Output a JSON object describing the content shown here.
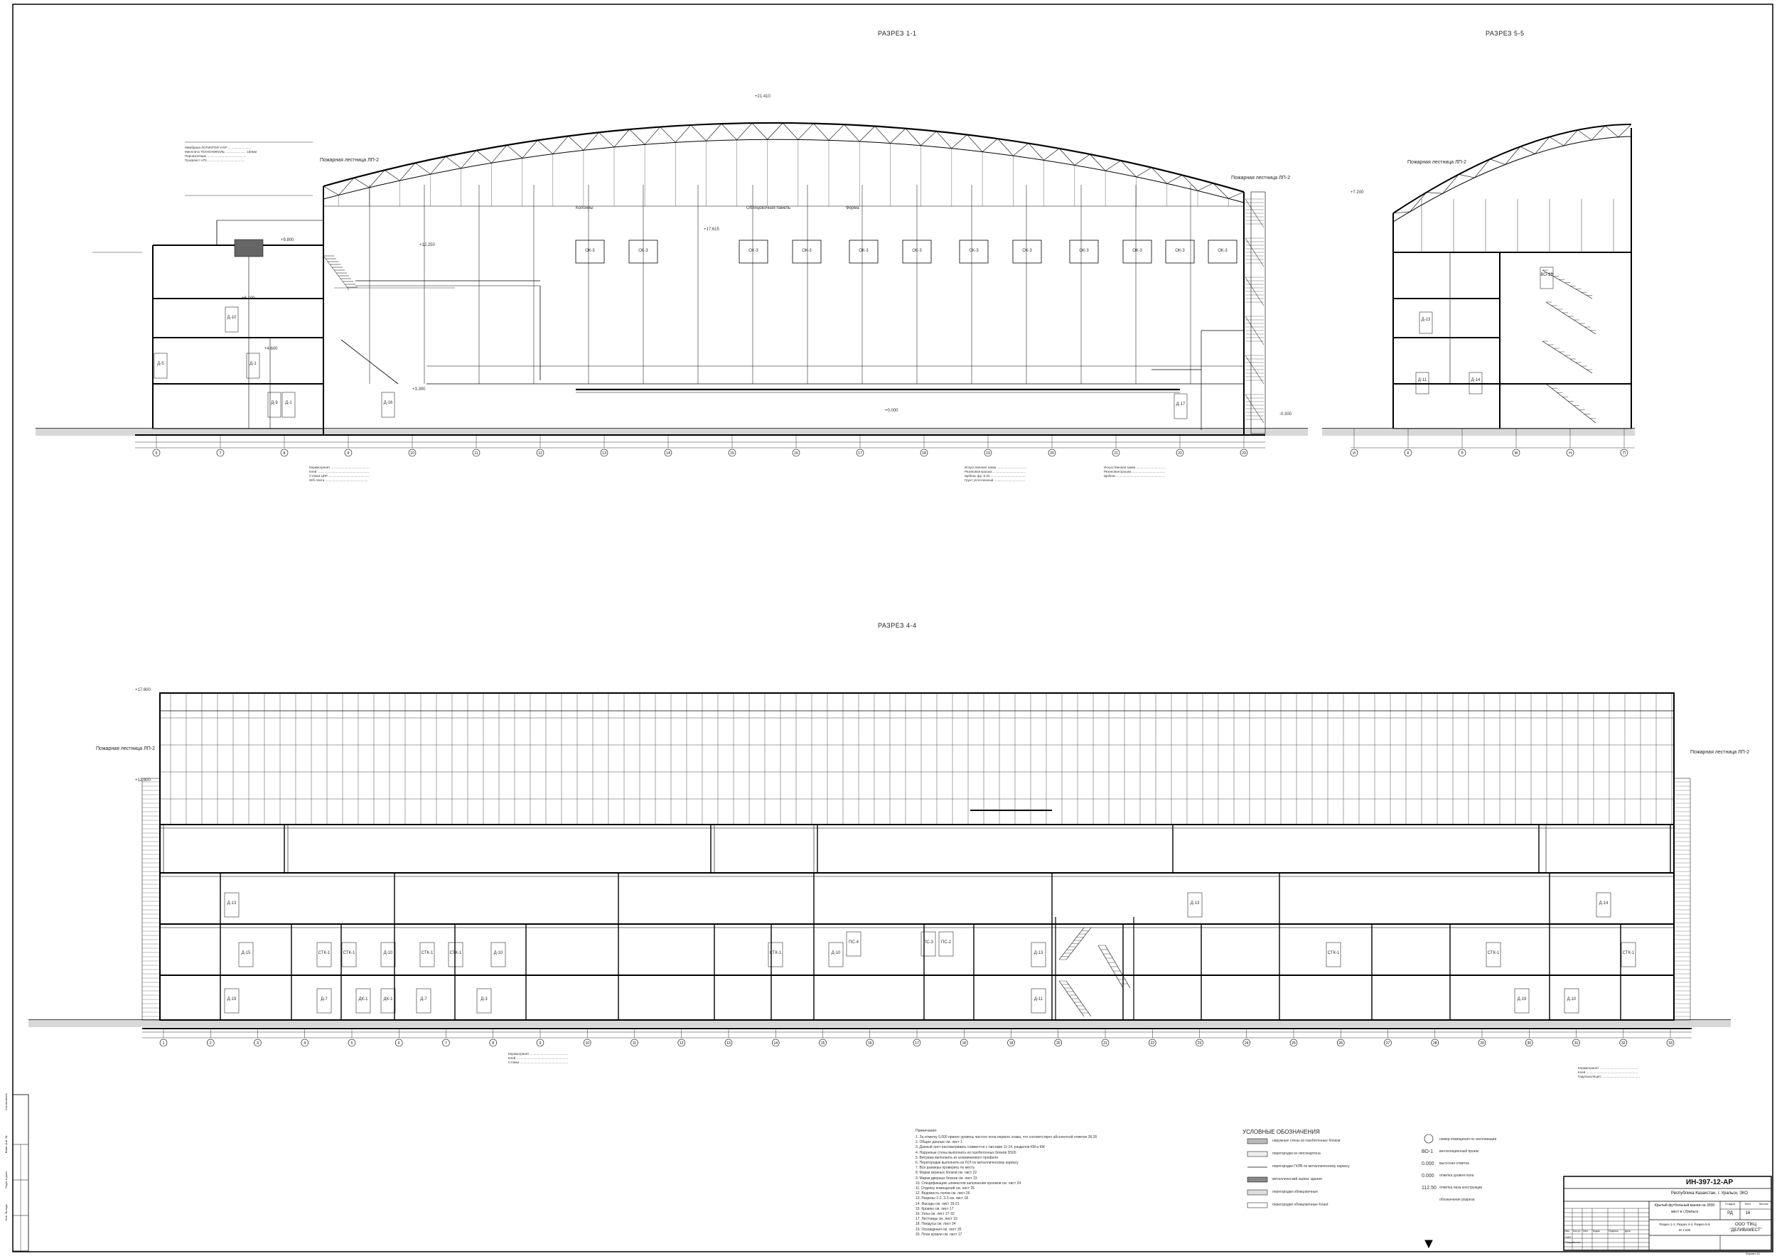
{
  "sections": {
    "s11": "РАЗРЕЗ 1-1",
    "s55": "РАЗРЕЗ 5-5",
    "s44": "РАЗРЕЗ 4-4"
  },
  "labels": {
    "fire_stairs": "Пожарная лестница ЛП-2",
    "facade_panel": "Облицовочная панель",
    "columns": "Колонны",
    "farm": "Ферма"
  },
  "elevations": [
    "+17.615",
    "+12.250",
    "+9.800",
    "+6.100",
    "+4.600",
    "+3.300",
    "+0.000",
    "-0.300",
    "+21.410",
    "+17.600",
    "+7.200",
    "+12.600"
  ],
  "rooms_11": [
    "Д-10",
    "Д-1",
    "Д-9",
    "Д-1",
    "Д-17",
    "Д-16",
    "Д-5"
  ],
  "windows_11": [
    "ОК-3",
    "ОК-3",
    "ОК-3",
    "ОК-3",
    "ОК-3",
    "ОК-3",
    "ОК-3",
    "ОК-3",
    "ОК-3",
    "ОК-3",
    "ОК-3",
    "ОК-3"
  ],
  "rooms_55": [
    "ВО-13",
    "Д-13",
    "Д-14",
    "Д-11"
  ],
  "rooms_44": [
    "Д-13",
    "Д-15",
    "СТК-1",
    "СТК-1",
    "Д-10",
    "СТК-1",
    "СТК-1",
    "Д-10",
    "ПС-4",
    "ПС-3",
    "ПС-2",
    "Д-13",
    "СТК-1",
    "Д-10",
    "СТК-1",
    "СТК-1",
    "СТК-1",
    "Д-14",
    "Д-19",
    "Д-7",
    "ДК-1",
    "ДК-1",
    "Д-7",
    "Д-3",
    "Д-11",
    "Д-13",
    "Д-19",
    "Д-10"
  ],
  "axes_11": [
    "6",
    "7",
    "8",
    "9",
    "10",
    "11",
    "12",
    "13",
    "14",
    "15",
    "16",
    "17",
    "18",
    "19",
    "20",
    "21",
    "22",
    "23"
  ],
  "axes_55": [
    "И",
    "К",
    "Л",
    "М",
    "Н",
    "П"
  ],
  "axes_44": [
    "1",
    "2",
    "3",
    "4",
    "5",
    "6",
    "7",
    "8",
    "9",
    "10",
    "11",
    "12",
    "13",
    "14",
    "15",
    "16",
    "17",
    "18",
    "19",
    "20",
    "21",
    "22",
    "23",
    "24",
    "25",
    "26",
    "27",
    "28",
    "29",
    "30",
    "31",
    "32",
    "33"
  ],
  "legend": {
    "title": "УСЛОВНЫЕ ОБОЗНАЧЕНИЯ",
    "items": [
      "наружные стены из газобетонных блоков",
      "перегородки из гипсокартона",
      "перегородки ГКЛВ по металлическому каркасу",
      "металлический каркас здания",
      "перегородки облицовочные",
      "перегородки облицовочные Knauf"
    ],
    "right_items": [
      "номер помещения по экспликации",
      "вентиляционный проем",
      "высотная отметка",
      "отметка уровня пола",
      "отметка низа конструкции",
      "обозначение разреза"
    ],
    "symbols": [
      "ВО-1",
      "0.000",
      "0.000",
      "112.50"
    ]
  },
  "notes": {
    "heading": "Примечания:",
    "lines": [
      "1. За отметку 0,000 принят уровень чистого пола первого этажа, что соответствует абсолютной отметке 36,35",
      "2. Общие данные см. лист 1",
      "3. Данный лист рассматривать совместно с листами 11-14, разделов КМ и КЖ",
      "4. Наружные стены выполнить из газобетонных блоков D500",
      "5. Витражи выполнить из алюминиевого профиля",
      "6. Перегородки выполнить из ГКЛ по металлическому каркасу",
      "7. Все размеры проверить по месту",
      "8. Марки оконных блоков см. лист 22",
      "9. Марки дверных блоков см. лист 23",
      "10. Спецификацию элементов заполнения проемов см. лист 24",
      "11. Отделку помещений см. лист 25",
      "12. Ведомость полов см. лист 26",
      "13. Разрезы 2-2, 3-3 см. лист 18",
      "14. Фасады см. лист 19-21",
      "15. Кровлю см. лист 17",
      "16. Узлы см. лист 27-32",
      "17. Лестницы см. лист 33",
      "18. Пандусы см. лист 34",
      "19. Ограждения см. лист 35",
      "20. План кровли см. лист 17"
    ]
  },
  "stamp": {
    "code": "ИН-397-12-АР",
    "location": "Республика Казахстан, г. Уральск, ЗКО",
    "object_line1": "Крытый футбольный манеж на 3000",
    "object_line2": "мест в г.Уральск",
    "stage_label": "Стадия",
    "sheet_label": "Лист",
    "sheets_label": "Листов",
    "stage": "РД",
    "sheet": "16",
    "sheet_title": "Разрез 1-1, Разрез 4-4, Разрез 5-5",
    "scale": "М 1:100",
    "company1": "ООО \"ПКЦ",
    "company2": "\"ДЕЛИВАМЕСТ\"",
    "format": "Формат А1",
    "cols": [
      "Изм.",
      "Кол.уч",
      "Лист",
      "№док.",
      "Подпись",
      "Дата"
    ],
    "roles": [
      "ГИП",
      "Разработал"
    ],
    "side_labels": [
      "Согласовано",
      "Взам. инв. №",
      "Подп. и дата",
      "Инв. № подл."
    ]
  }
}
